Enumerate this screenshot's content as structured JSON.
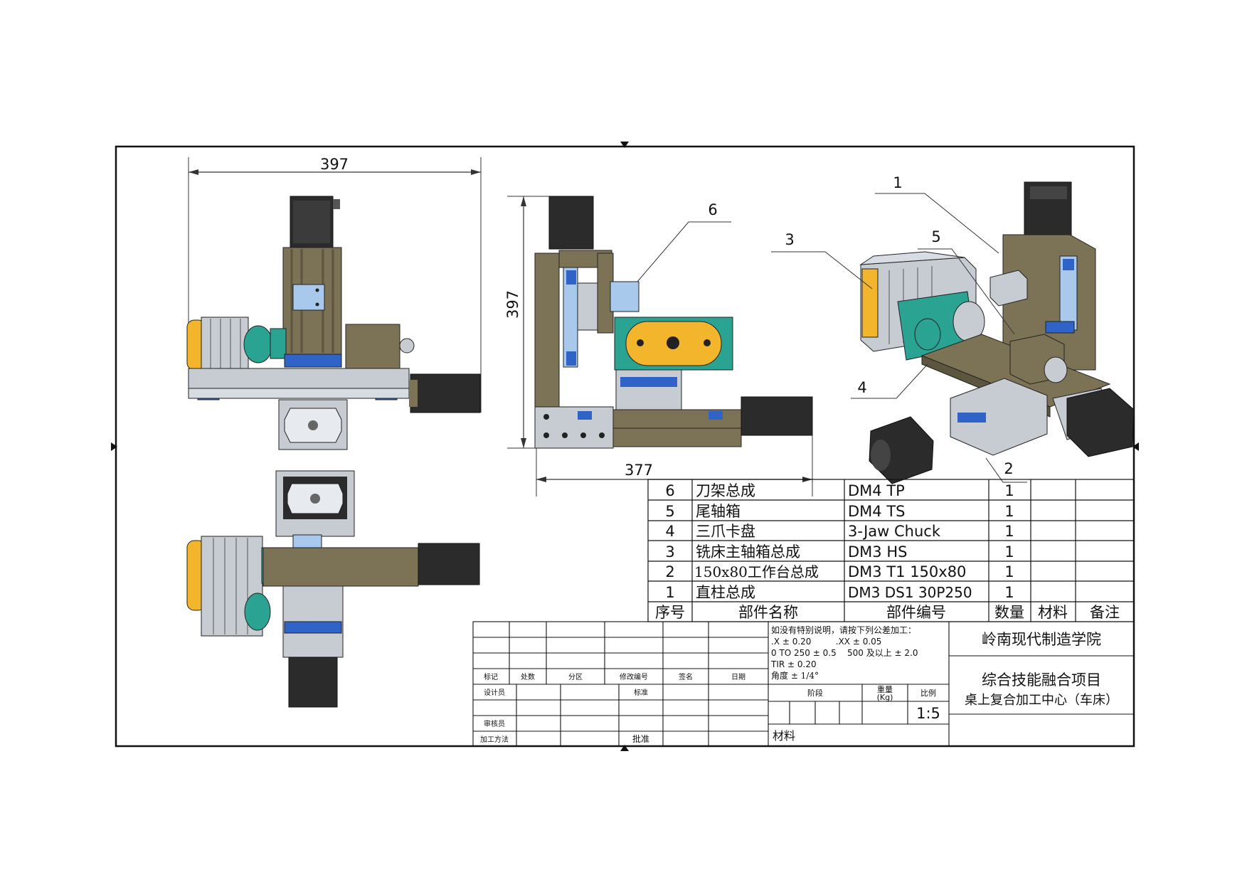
{
  "dimensions": {
    "front_width": "397",
    "side_height": "397",
    "side_width": "377"
  },
  "balloons": [
    "1",
    "2",
    "3",
    "4",
    "5",
    "6"
  ],
  "bom": {
    "header": {
      "index": "序号",
      "name": "部件名称",
      "code": "部件编号",
      "qty": "数量",
      "material": "材料",
      "note": "备注"
    },
    "rows": [
      {
        "index": "6",
        "name": "刀架总成",
        "code": "DM4 TP",
        "qty": "1"
      },
      {
        "index": "5",
        "name": "尾轴箱",
        "code": "DM4 TS",
        "qty": "1"
      },
      {
        "index": "4",
        "name": "三爪卡盘",
        "code": "3-Jaw Chuck",
        "qty": "1"
      },
      {
        "index": "3",
        "name": "铣床主轴箱总成",
        "code": "DM3 HS",
        "qty": "1"
      },
      {
        "index": "2",
        "name": "150x80工作台总成",
        "code": "DM3 T1 150x80",
        "qty": "1"
      },
      {
        "index": "1",
        "name": "直柱总成",
        "code": "DM3 DS1 30P250",
        "qty": "1"
      }
    ]
  },
  "title_block": {
    "labels": {
      "mark": "标记",
      "count": "处数",
      "zone": "分区",
      "change_no": "修改编号",
      "sign": "签名",
      "date": "日期",
      "designer": "设计员",
      "standard": "标准",
      "reviewer": "审核员",
      "process": "加工方法",
      "approve": "批准",
      "stage": "阶段",
      "weight": "重量",
      "weight_unit": "(Kg)",
      "scale_label": "比例",
      "material": "材料"
    },
    "tolerances": [
      "如没有特别说明，请按下列公差加工：",
      ".X ± 0.20         .XX ± 0.05",
      "0 TO 250 ± 0.5    500 及以上 ± 2.0",
      "TIR ± 0.20",
      "角度 ± 1/4°"
    ],
    "scale": "1:5",
    "institution": "岭南现代制造学院",
    "project": "综合技能融合项目",
    "drawing_title": "桌上复合加工中心（车床）"
  },
  "colors": {
    "frame_aluminum": "#7c7356",
    "rail_silver": "#c7ccd3",
    "blue_block": "#2f63c8",
    "motor_dark": "#2b2b2b",
    "teal_chuck": "#2aa393",
    "yellow_cover": "#f2b52b",
    "light_blue": "#a8c8ec"
  }
}
